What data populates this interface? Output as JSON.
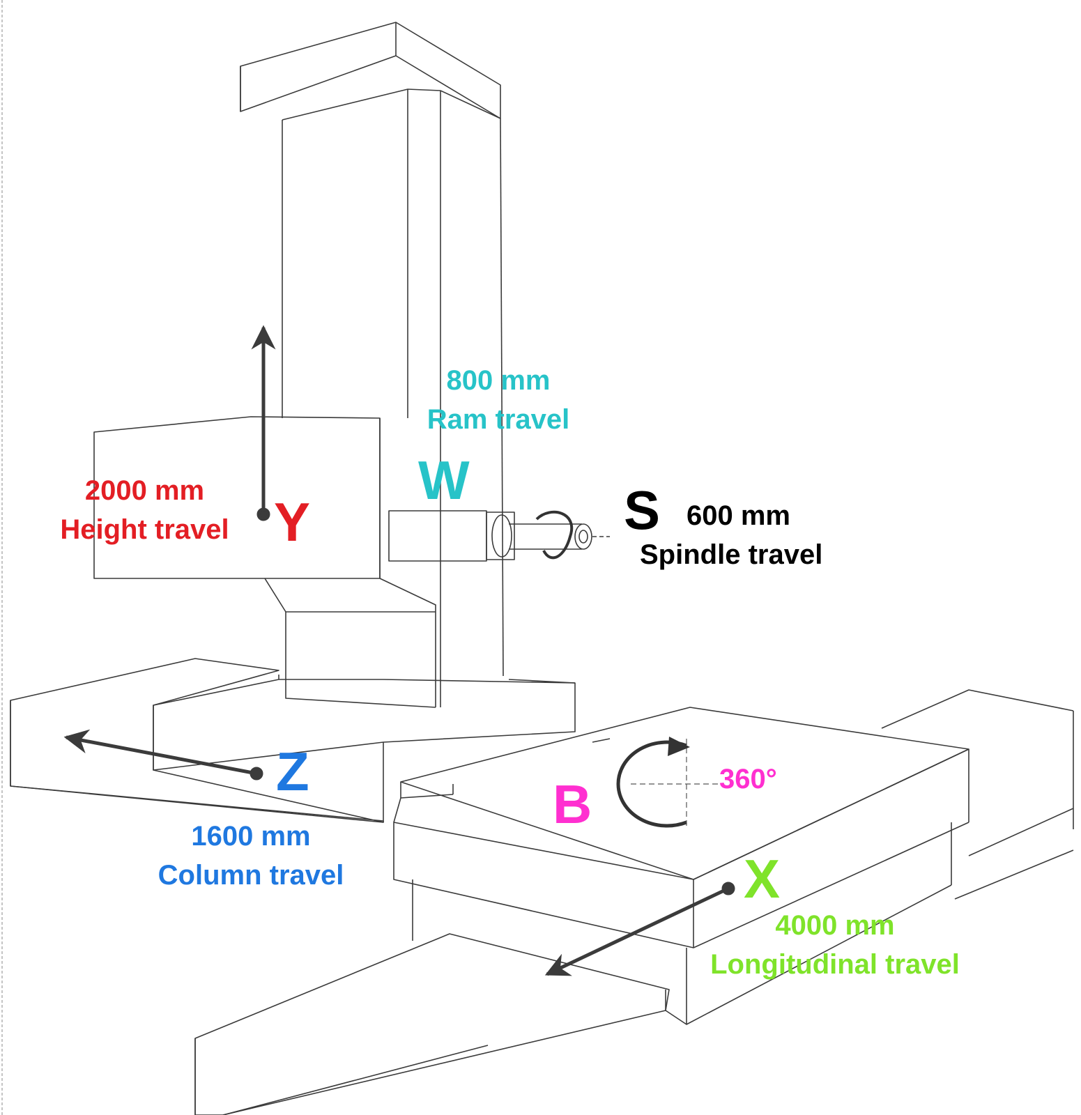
{
  "colors": {
    "y_axis": "#e31e24",
    "w_axis": "#27c3c8",
    "s_axis": "#000000",
    "z_axis": "#1f78e0",
    "b_axis": "#ff2fd0",
    "x_axis": "#7fe32a",
    "line": "#3a3a3a",
    "arrow": "#3b3b3b"
  },
  "axes": {
    "y": {
      "letter": "Y",
      "value": "2000 mm",
      "label": "Height travel"
    },
    "w": {
      "letter": "W",
      "value": "800 mm",
      "label": "Ram travel"
    },
    "s": {
      "letter": "S",
      "value": "600 mm",
      "label": "Spindle travel"
    },
    "z": {
      "letter": "Z",
      "value": "1600 mm",
      "label": "Column travel"
    },
    "b": {
      "letter": "B",
      "value": "360°"
    },
    "x": {
      "letter": "X",
      "value": "4000 mm",
      "label": "Longitudinal travel"
    }
  }
}
